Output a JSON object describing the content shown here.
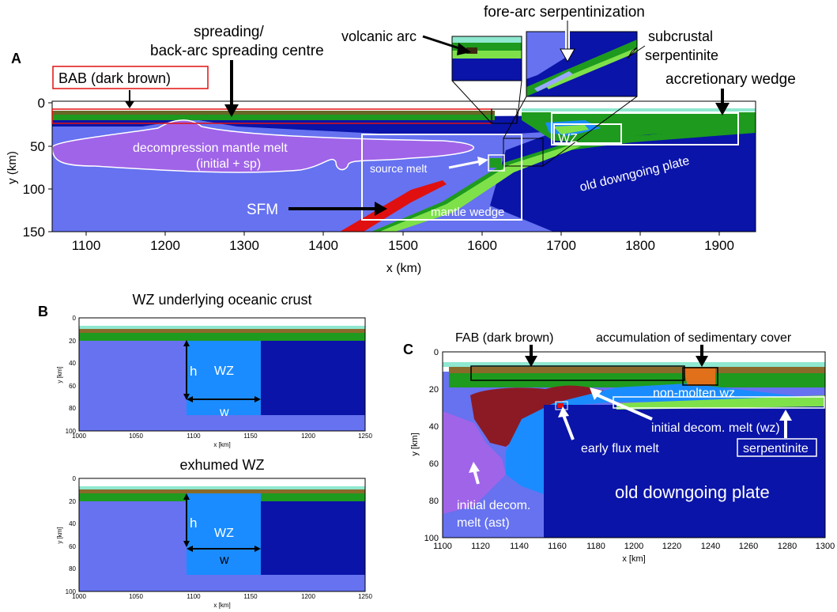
{
  "panelA": {
    "letter": "A",
    "xlabel": "x (km)",
    "ylabel": "y (km)",
    "xticks": [
      "1100",
      "1200",
      "1300",
      "1400",
      "1500",
      "1600",
      "1700",
      "1800",
      "1900"
    ],
    "yticks": [
      "0",
      "50",
      "100",
      "150"
    ],
    "labels": {
      "bab": "BAB (dark brown)",
      "spreading1": "spreading/",
      "spreading2": "back-arc spreading centre",
      "volcanic": "volcanic arc",
      "forearc": "fore-arc serpentinization",
      "subcrustal1": "subcrustal",
      "subcrustal2": "serpentinite",
      "accretionary": "accretionary wedge",
      "decomp1": "decompression mantle melt",
      "decomp2": "(initial + sp)",
      "wz": "WZ",
      "source": "source melt",
      "downgoing": "old downgoing plate",
      "sfm": "SFM",
      "wedge": "mantle wedge"
    }
  },
  "panelB": {
    "letter": "B",
    "title_top": "WZ underlying oceanic crust",
    "title_bottom": "exhumed WZ",
    "xlabel": "x [km]",
    "ylabel": "y [km]",
    "xticks": [
      "1000",
      "1050",
      "1100",
      "1150",
      "1200",
      "1250"
    ],
    "yticks": [
      "0",
      "20",
      "40",
      "60",
      "80",
      "100"
    ],
    "wz": "WZ",
    "h": "h",
    "w": "w"
  },
  "panelC": {
    "letter": "C",
    "xlabel": "x [km]",
    "ylabel": "y [km]",
    "xticks": [
      "1100",
      "1120",
      "1140",
      "1160",
      "1180",
      "1200",
      "1220",
      "1240",
      "1260",
      "1280",
      "1300"
    ],
    "yticks": [
      "0",
      "20",
      "40",
      "60",
      "80",
      "100"
    ],
    "labels": {
      "fab": "FAB (dark brown)",
      "sedcover": "accumulation of sedimentary cover",
      "nonmolten": "non-molten wz",
      "initwz": "initial decom. melt (wz)",
      "earlyflux": "early flux melt",
      "serp": "serpentinite",
      "downgoing": "old downgoing plate",
      "ast1": "initial decom.",
      "ast2": "melt (ast)"
    }
  },
  "colors": {
    "mantle": "#6672f0",
    "mantle_light": "#8a96ff",
    "plate": "#0a14a8",
    "crust_green": "#1e9a1e",
    "bright_green": "#7fe14a",
    "sediment": "#8a6a2a",
    "melt_purple": "#a064e8",
    "wz_blue": "#1a8cff",
    "dark_red": "#8c1a24",
    "red": "#e01010",
    "teal": "#8fe8d0"
  }
}
